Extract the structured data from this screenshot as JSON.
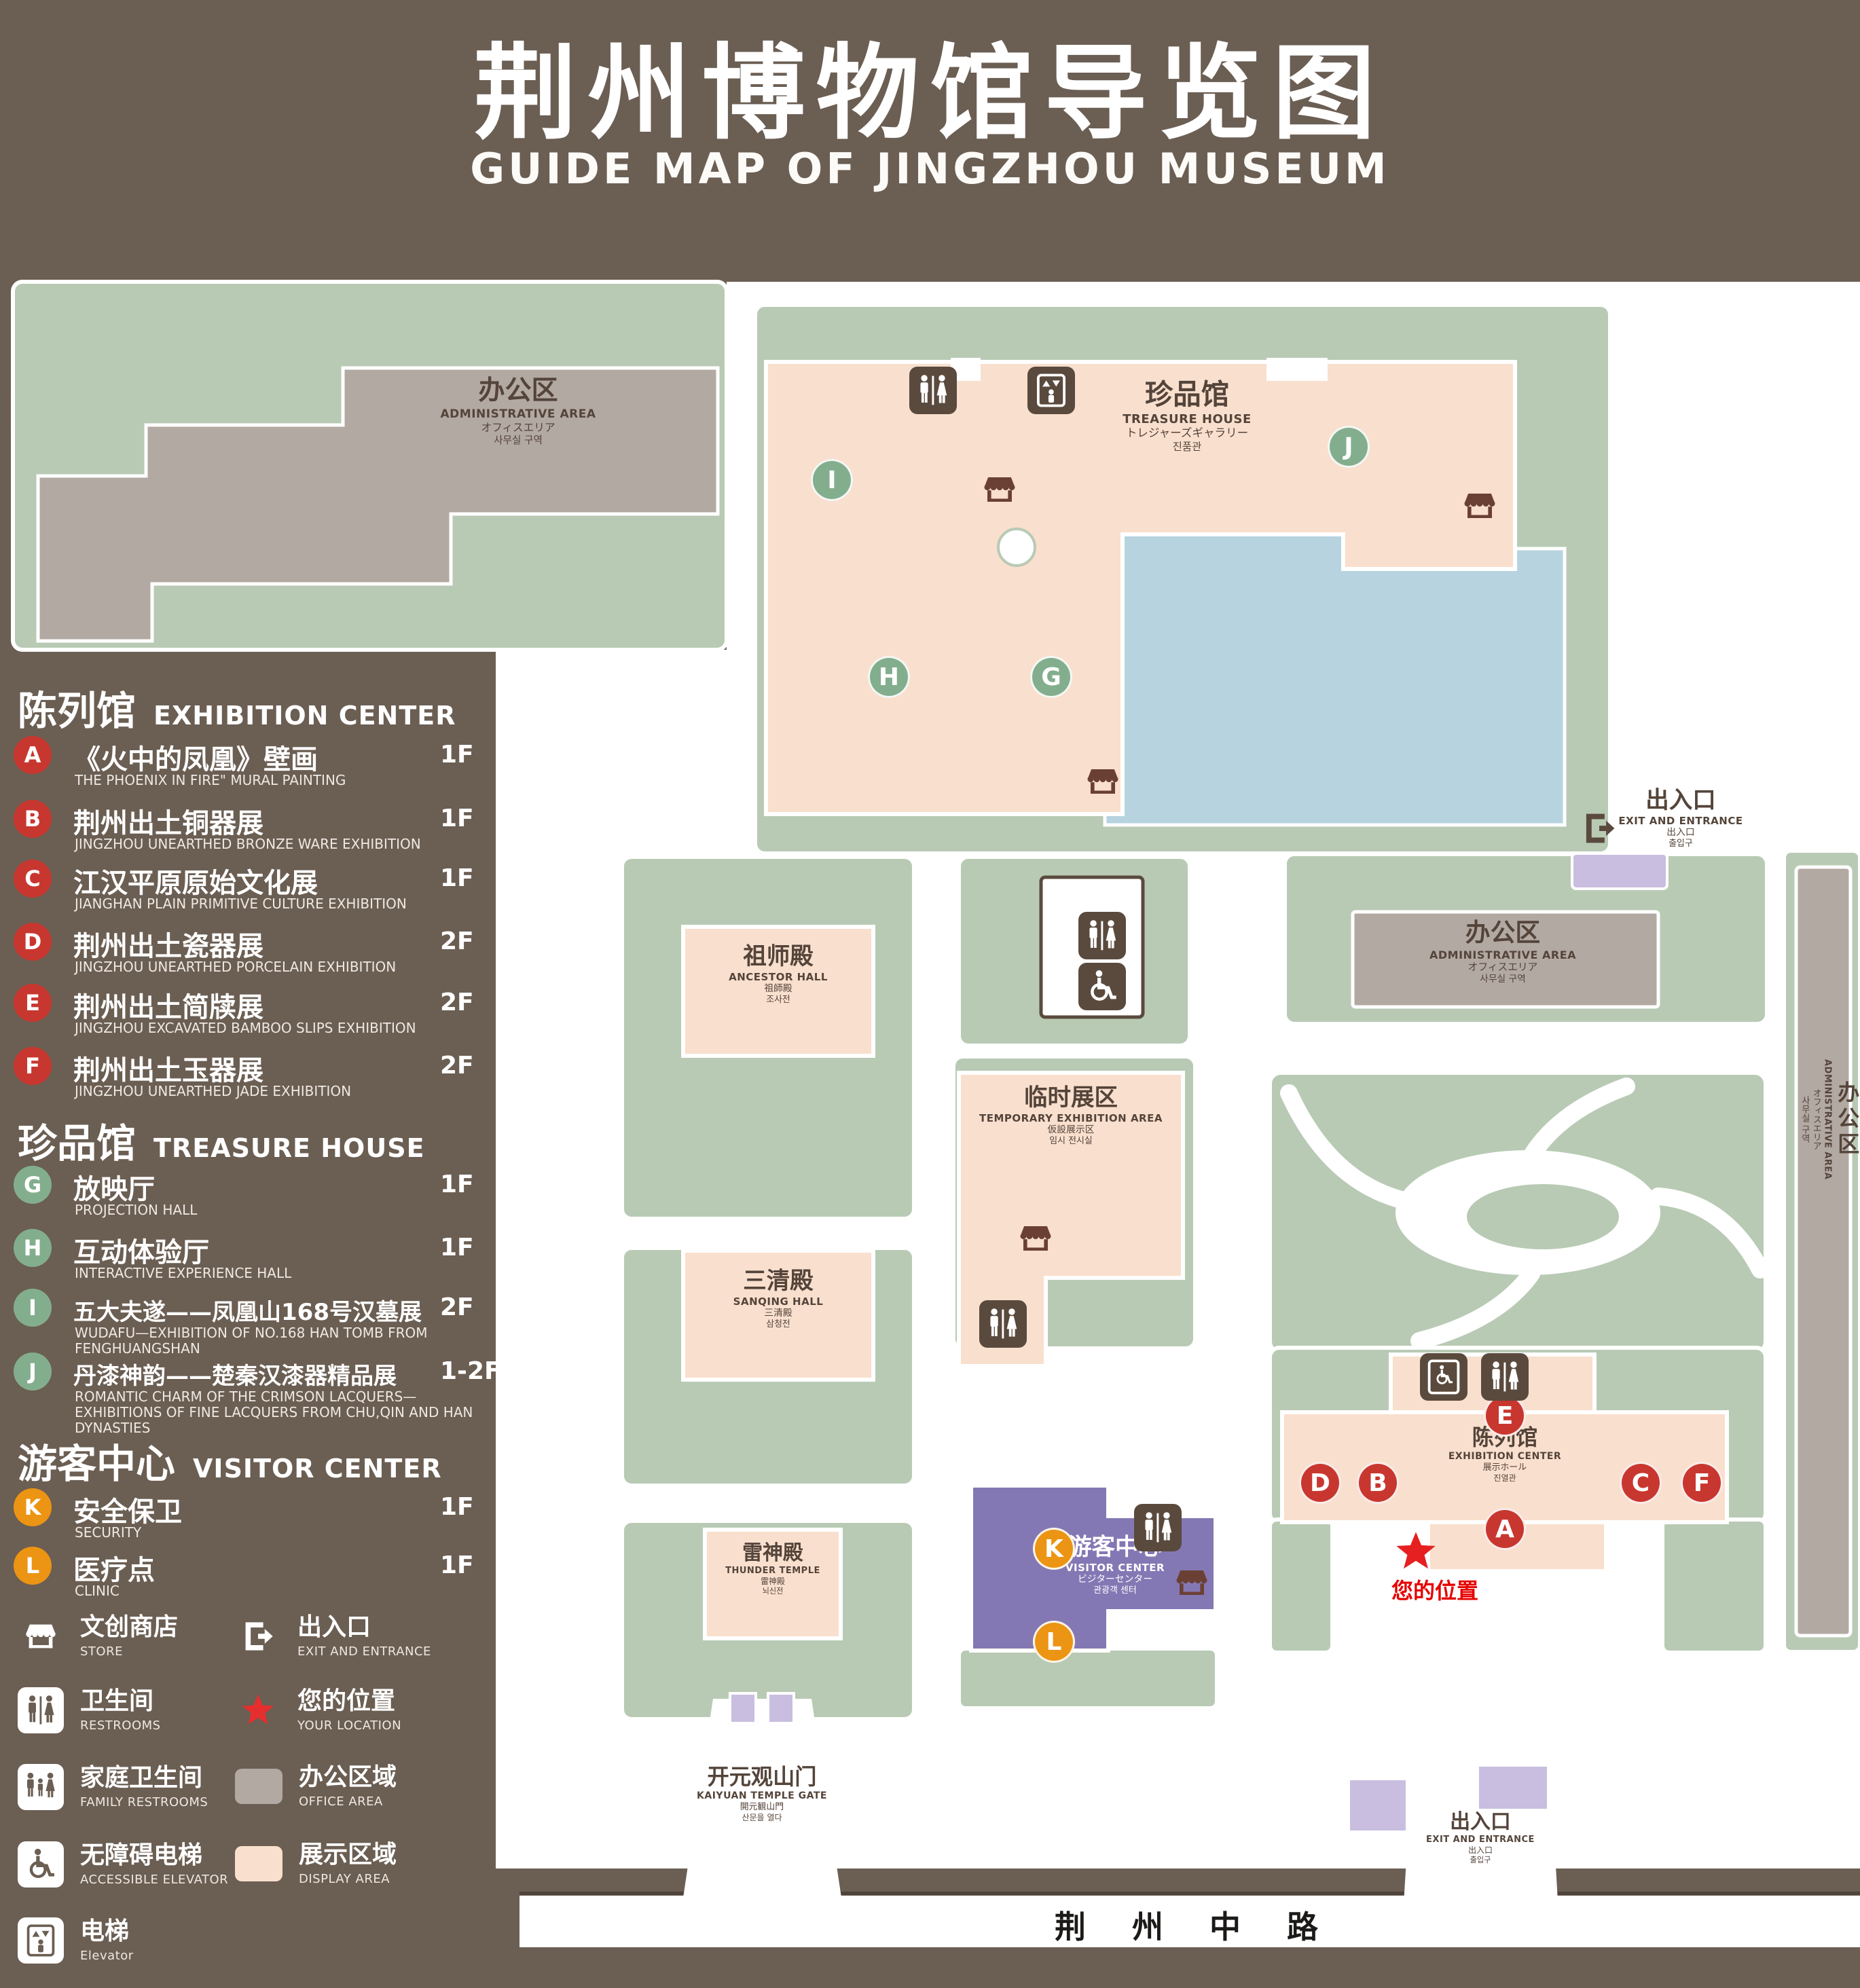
{
  "title": {
    "zh": "荆州博物馆导览图",
    "en": "GUIDE MAP OF JINGZHOU MUSEUM"
  },
  "colors": {
    "background": "#6b5e53",
    "landscape_green": "#b8cab4",
    "display_area_pink": "#f9dfcd",
    "office_gray": "#b3a9a3",
    "water_blue": "#b7d3e0",
    "visitor_purple": "#8478b4",
    "entrance_lavender": "#c9bedf",
    "marker_red": "#c8372f",
    "marker_green": "#83ae8e",
    "marker_orange": "#ec9413",
    "location_red": "#e60000",
    "icon_brown": "#5a4a3e"
  },
  "legend": {
    "sections": [
      {
        "zh": "陈列馆",
        "en": "EXHIBITION CENTER",
        "items": [
          {
            "letter": "A",
            "zh": "《火中的凤凰》壁画",
            "en": "THE PHOENIX IN FIRE\" MURAL PAINTING",
            "floor": "1F"
          },
          {
            "letter": "B",
            "zh": "荆州出土铜器展",
            "en": "JINGZHOU UNEARTHED BRONZE WARE EXHIBITION",
            "floor": "1F"
          },
          {
            "letter": "C",
            "zh": "江汉平原原始文化展",
            "en": "JIANGHAN PLAIN PRIMITIVE CULTURE EXHIBITION",
            "floor": "1F"
          },
          {
            "letter": "D",
            "zh": "荆州出土瓷器展",
            "en": "JINGZHOU UNEARTHED PORCELAIN EXHIBITION",
            "floor": "2F"
          },
          {
            "letter": "E",
            "zh": "荆州出土简牍展",
            "en": "JINGZHOU EXCAVATED BAMBOO SLIPS EXHIBITION",
            "floor": "2F"
          },
          {
            "letter": "F",
            "zh": "荆州出土玉器展",
            "en": "JINGZHOU UNEARTHED JADE EXHIBITION",
            "floor": "2F"
          }
        ]
      },
      {
        "zh": "珍品馆",
        "en": "TREASURE HOUSE",
        "items": [
          {
            "letter": "G",
            "zh": "放映厅",
            "en": "PROJECTION HALL",
            "floor": "1F"
          },
          {
            "letter": "H",
            "zh": "互动体验厅",
            "en": "INTERACTIVE EXPERIENCE HALL",
            "floor": "1F"
          },
          {
            "letter": "I",
            "zh": "五大夫遂——凤凰山168号汉墓展",
            "en": "WUDAFU—EXHIBITION OF NO.168 HAN TOMB FROM FENGHUANGSHAN",
            "floor": "2F"
          },
          {
            "letter": "J",
            "zh": "丹漆神韵——楚秦汉漆器精品展",
            "en": "ROMANTIC CHARM OF THE CRIMSON LACQUERS—EXHIBITIONS OF FINE LACQUERS FROM CHU,QIN AND HAN DYNASTIES",
            "floor": "1-2F"
          }
        ]
      },
      {
        "zh": "游客中心",
        "en": "VISITOR CENTER",
        "items": [
          {
            "letter": "K",
            "zh": "安全保卫",
            "en": "SECURITY",
            "floor": "1F"
          },
          {
            "letter": "L",
            "zh": "医疗点",
            "en": "CLINIC",
            "floor": "1F"
          }
        ]
      }
    ],
    "symbols": {
      "store": {
        "zh": "文创商店",
        "en": "STORE"
      },
      "exit": {
        "zh": "出入口",
        "en": "EXIT AND ENTRANCE"
      },
      "restroom": {
        "zh": "卫生间",
        "en": "RESTROOMS"
      },
      "location": {
        "zh": "您的位置",
        "en": "YOUR LOCATION"
      },
      "family_restroom": {
        "zh": "家庭卫生间",
        "en": "FAMILY RESTROOMS"
      },
      "office_area": {
        "zh": "办公区域",
        "en": "OFFICE AREA"
      },
      "accessible_elevator": {
        "zh": "无障碍电梯",
        "en": "ACCESSIBLE ELEVATOR"
      },
      "display_area": {
        "zh": "展示区域",
        "en": "DISPLAY AREA"
      },
      "elevator": {
        "zh": "电梯",
        "en": "Elevator"
      }
    }
  },
  "map": {
    "admin_top": {
      "zh": "办公区",
      "en": "ADMINISTRATIVE AREA",
      "ja": "オフィスエリア",
      "ko": "사무실 구역"
    },
    "treasure": {
      "zh": "珍品馆",
      "en": "TREASURE HOUSE",
      "ja": "トレジャーズギャラリー",
      "ko": "진품관"
    },
    "exit_right": {
      "zh": "出入口",
      "en": "EXIT AND ENTRANCE",
      "ja": "出入口",
      "ko": "출입구"
    },
    "admin_side": {
      "zh": "办公区",
      "en": "ADMINISTRATIVE AREA",
      "ja": "オフィスエリア",
      "ko": "사무실 구역"
    },
    "admin_right": {
      "zh": "办公区",
      "en": "ADMINISTRATIVE AREA",
      "ja": "オフィスエリア",
      "ko": "사무실 구역"
    },
    "ancestor": {
      "zh": "祖师殿",
      "en": "ANCESTOR HALL",
      "ja": "祖師殿",
      "ko": "조사전"
    },
    "temporary": {
      "zh": "临时展区",
      "en": "TEMPORARY EXHIBITION AREA",
      "ja": "仮設展示区",
      "ko": "임시 전시실"
    },
    "sanqing": {
      "zh": "三清殿",
      "en": "SANQING HALL",
      "ja": "三清殿",
      "ko": "삼청전"
    },
    "exhibition": {
      "zh": "陈列馆",
      "en": "EXHIBITION CENTER",
      "ja": "展示ホール",
      "ko": "진열관"
    },
    "thunder": {
      "zh": "雷神殿",
      "en": "THUNDER TEMPLE",
      "ja": "雷神殿",
      "ko": "뇌신전"
    },
    "visitor": {
      "zh": "游客中心",
      "en": "VISITOR CENTER",
      "ja": "ビジターセンター",
      "ko": "관광객 센터"
    },
    "gate": {
      "zh": "开元观山门",
      "en": "KAIYUAN TEMPLE GATE",
      "ja": "開元観山門",
      "ko": "산문을 열다"
    },
    "exit_bottom": {
      "zh": "出入口",
      "en": "EXIT AND ENTRANCE",
      "ja": "出入口",
      "ko": "출입구"
    },
    "your_location": "您的位置",
    "road": "荆 州 中 路",
    "markers": [
      {
        "letter": "I"
      },
      {
        "letter": "J"
      },
      {
        "letter": "H"
      },
      {
        "letter": "G"
      },
      {
        "letter": "E"
      },
      {
        "letter": "D"
      },
      {
        "letter": "B"
      },
      {
        "letter": "C"
      },
      {
        "letter": "F"
      },
      {
        "letter": "A"
      },
      {
        "letter": "K"
      },
      {
        "letter": "L"
      }
    ]
  }
}
